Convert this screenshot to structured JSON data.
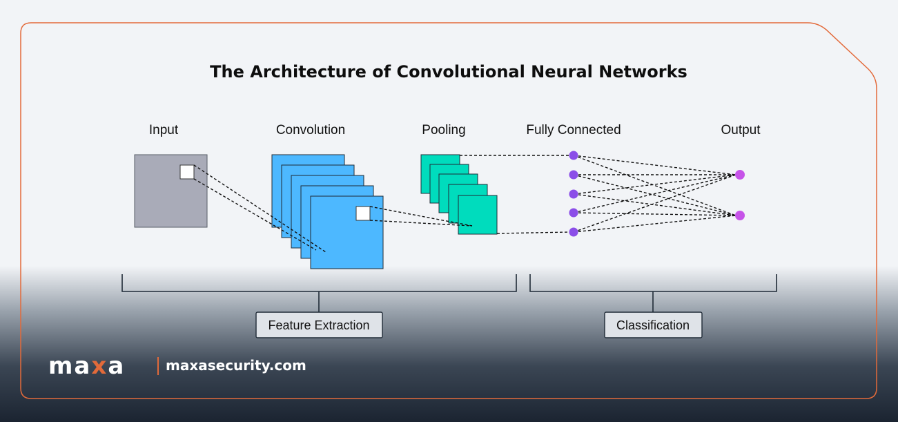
{
  "title": "The Architecture of Convolutional Neural Networks",
  "stages": {
    "input": "Input",
    "convolution": "Convolution",
    "pooling": "Pooling",
    "fully_connected": "Fully Connected",
    "output": "Output"
  },
  "groups": {
    "feature_extraction": "Feature Extraction",
    "classification": "Classification"
  },
  "footer": {
    "logo_left": "ma",
    "logo_x": "x",
    "logo_right": "a",
    "website": "maxasecurity.com"
  },
  "colors": {
    "frame": "#e36a3a",
    "input_fill": "#a9abb8",
    "conv_fill": "#4db8ff",
    "pool_fill": "#00dcbd",
    "fc_node": "#8b4ee8",
    "output_node": "#c653e8",
    "logo_accent": "#e36a3a"
  }
}
